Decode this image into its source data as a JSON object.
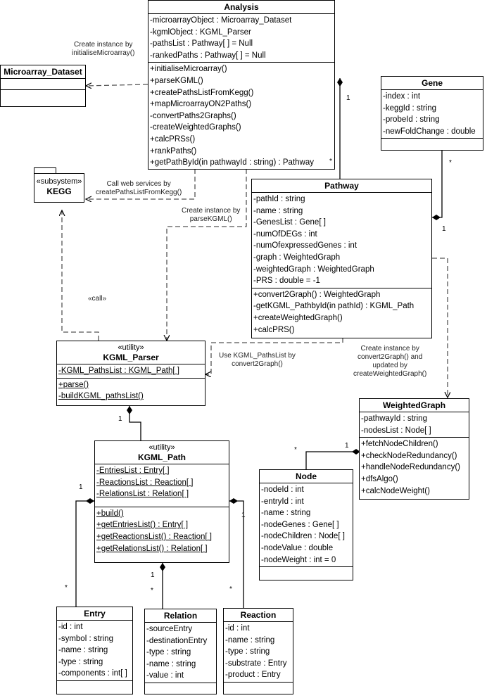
{
  "classes": {
    "analysis": {
      "name": "Analysis",
      "attributes": [
        "-microarrayObject : Microarray_Dataset",
        "-kgmlObject : KGML_Parser",
        "-pathsList : Pathway[ ] = Null",
        "-rankedPaths : Pathway[ ] = Null"
      ],
      "methods": [
        "+initialiseMicroarray()",
        "+parseKGML()",
        "+createPathsListFromKegg()",
        "+mapMicroarrayON2Paths()",
        "-convertPaths2Graphs()",
        "-createWeightedGraphs()",
        "+calcPRSs()",
        "+rankPaths()",
        "+getPathById(in pathwayId : string) : Pathway"
      ]
    },
    "microarray": {
      "name": "Microarray_Dataset"
    },
    "gene": {
      "name": "Gene",
      "attributes": [
        "-index : int",
        "-keggId : string",
        "-probeId : string",
        "-newFoldChange : double"
      ]
    },
    "kegg": {
      "stereotype": "«subsystem»",
      "name": "KEGG"
    },
    "pathway": {
      "name": "Pathway",
      "attributes": [
        "-pathId : string",
        "-name : string",
        "-GenesList : Gene[ ]",
        "-numOfDEGs : int",
        "-numOfexpressedGenes : int",
        "-graph : WeightedGraph",
        "-weightedGraph : WeightedGraph",
        "-PRS : double = -1"
      ],
      "methods": [
        "+convert2Graph() : WeightedGraph",
        "-getKGML_PathbyId(in pathId) : KGML_Path",
        "+createWeightedGraph()",
        "+calcPRS()"
      ]
    },
    "kgml_parser": {
      "stereotype": "«utility»",
      "name": "KGML_Parser",
      "attributes": [
        "-KGML_PathsList : KGML_Path[ ]"
      ],
      "methods": [
        "+parse()",
        "-buildKGML_pathsList()"
      ]
    },
    "weighted_graph": {
      "name": "WeightedGraph",
      "attributes": [
        "-pathwayId : string",
        "-nodesList : Node[ ]"
      ],
      "methods": [
        "+fetchNodeChildren()",
        "+checkNodeRedundancy()",
        "+handleNodeRedundancy()",
        "+dfsAlgo()",
        "+calcNodeWeight()"
      ]
    },
    "kgml_path": {
      "stereotype": "«utility»",
      "name": "KGML_Path",
      "attributes": [
        "-EntriesList : Entry[ ]",
        "-ReactionsList : Reaction[ ]",
        "-RelationsList : Relation[ ]"
      ],
      "methods": [
        "+build()",
        "+getEntriesList() : Entry[ ]",
        "+getReactionsList() : Reaction[ ]",
        "+getRelationsList() : Relation[ ]"
      ]
    },
    "node": {
      "name": "Node",
      "attributes": [
        "-nodeId : int",
        "-entryId : int",
        "-name : string",
        "-nodeGenes : Gene[ ]",
        "-nodeChildren : Node[ ]",
        "-nodeValue : double",
        "-nodeWeight : int = 0"
      ]
    },
    "entry": {
      "name": "Entry",
      "attributes": [
        "-id : int",
        "-symbol : string",
        "-name : string",
        "-type : string",
        "-components : int[ ]"
      ]
    },
    "relation": {
      "name": "Relation",
      "attributes": [
        "-sourceEntry",
        "-destinationEntry",
        "-type : string",
        "-name : string",
        "-value : int"
      ]
    },
    "reaction": {
      "name": "Reaction",
      "attributes": [
        "-id : int",
        "-name : string",
        "-type : string",
        "-substrate : Entry",
        "-product : Entry"
      ]
    }
  },
  "labels": {
    "create_microarray": [
      "Create instance by",
      "initialiseMicroarray()"
    ],
    "call_web": [
      "Call web services by",
      "createPathsListFromKegg()"
    ],
    "create_parser": [
      "Create instance by",
      "parseKGML()"
    ],
    "call": "«call»",
    "use_paths": [
      "Use KGML_PathsList by",
      "convert2Graph()"
    ],
    "create_weighted": [
      "Create instance by",
      "convert2Graph() and",
      "updated by",
      "createWeightedGraph()"
    ]
  },
  "multiplicities": {
    "analysis_pathway_1": "1",
    "analysis_pathway_star": "*",
    "gene_star": "*",
    "gene_pathway_1": "1",
    "parser_path_1": "1",
    "wg_node_star": "*",
    "wg_node_1": "1",
    "path_entry_1": "1",
    "path_entry_star": "*",
    "path_relation_1": "1",
    "path_relation_star": "*",
    "path_reaction_1": "1",
    "path_reaction_star": "*"
  }
}
